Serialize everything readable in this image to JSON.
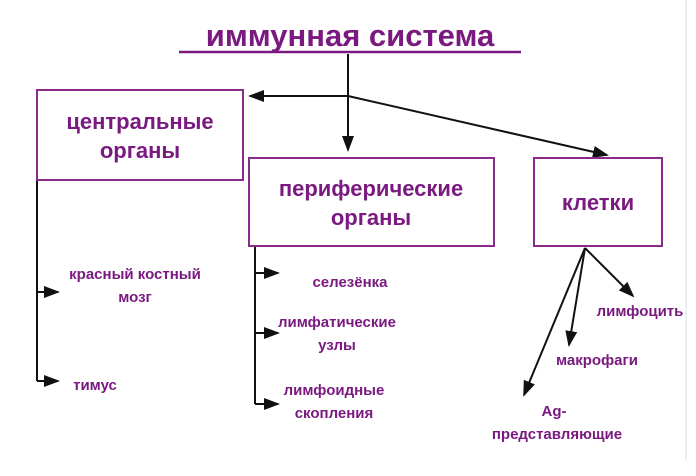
{
  "title": "иммунная система",
  "colors": {
    "text": "#7a1a80",
    "box": "#8a2a8a",
    "line": "#111111"
  },
  "boxes": {
    "central": [
      "центральные",
      "органы"
    ],
    "peripheral": [
      "периферические",
      "органы"
    ],
    "cells": [
      "клетки"
    ]
  },
  "central_items": {
    "marrow": [
      "красный костный",
      "мозг"
    ],
    "thymus": "тимус"
  },
  "peripheral_items": {
    "spleen": "селезёнка",
    "nodes": [
      "лимфатические",
      "узлы"
    ],
    "clusters": [
      "лимфоидные",
      "скопления"
    ]
  },
  "cell_items": {
    "lymph": "лимфоцить",
    "macro": "макрофаги",
    "ag": [
      "Ag-",
      "представляющие"
    ]
  }
}
